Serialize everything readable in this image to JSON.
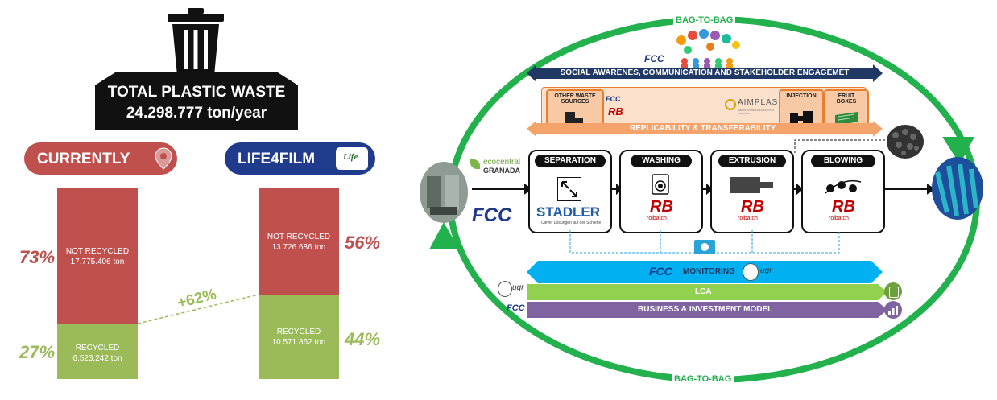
{
  "left": {
    "total_title": "TOTAL PLASTIC WASTE",
    "total_value": "24.298.777 ton/year",
    "currently": {
      "label": "CURRENTLY",
      "not_recycled_label": "NOT RECYCLED",
      "not_recycled_value": "17.775.406 ton",
      "not_recycled_pct": "73%",
      "recycled_label": "RECYCLED",
      "recycled_value": "6.523.242 ton",
      "recycled_pct": "27%"
    },
    "life4film": {
      "label": "LIFE4FILM",
      "logo_text": "Life",
      "not_recycled_label": "NOT RECYCLED",
      "not_recycled_value": "13.726.686 ton",
      "not_recycled_pct": "56%",
      "recycled_label": "RECYCLED",
      "recycled_value": "10.571.862 ton",
      "recycled_pct": "44%"
    },
    "increase": "+62%"
  },
  "right": {
    "loop_top": "BAG-TO-BAG",
    "loop_bottom": "BAG-TO-BAG",
    "social_band": "SOCIAL AWARENES, COMMUNICATION AND STAKEHOLDER ENGAGEMET",
    "replicability_band": "REPLICABILITY & TRANSFERABILITY",
    "other_waste": "OTHER WASTE SOURCES",
    "injection": "INJECTION",
    "fruit_boxes": "FRUIT BOXES",
    "aimplas": "AIMPLAS",
    "aimplas_sub": "INSTITUTO TECNOLOGICO DEL PLASTICO",
    "ecocentral_1": "ecocentral",
    "ecocentral_2": "GRANADA",
    "fcc": "FCC",
    "steps": [
      "SEPARATION",
      "WASHING",
      "EXTRUSION",
      "BLOWING"
    ],
    "stadler": "STADLER",
    "stadler_sub": "Clever Lösungen auf der Schiene",
    "rb": "RB",
    "rolbatch": "rolbatch",
    "monitoring": "MONITORING",
    "ugr": "ugr",
    "lca": "LCA",
    "business": "BUSINESS & INVESTMENT MODEL"
  },
  "colors": {
    "red": "#c0504d",
    "green": "#9bbb59",
    "navy": "#1f3864",
    "orange": "#e87f2f",
    "cyan": "#00b0f0",
    "purple": "#8064a2",
    "loop_green": "#22b14c"
  }
}
